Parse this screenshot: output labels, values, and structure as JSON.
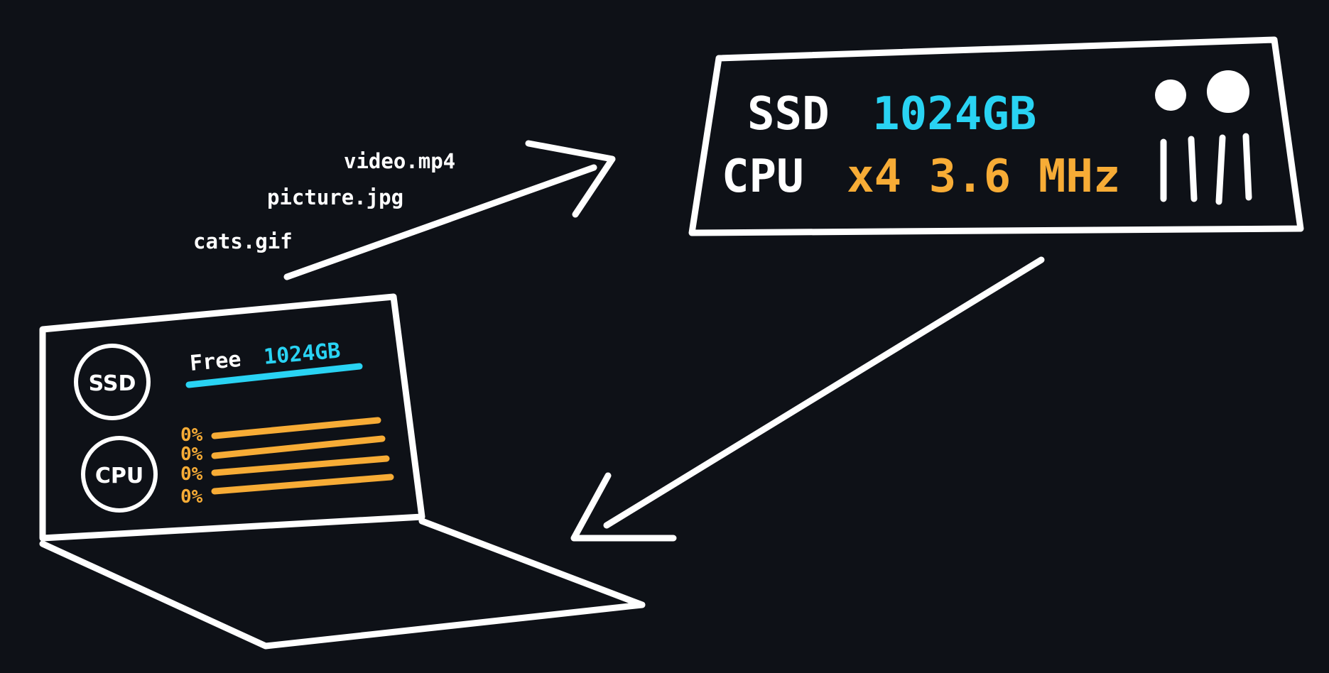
{
  "colors": {
    "background": "#0e1117",
    "line": "#ffffff",
    "storage_accent": "#29d3f3",
    "cpu_accent": "#f7ac36"
  },
  "files": [
    "video.mp4",
    "picture.jpg",
    "cats.gif"
  ],
  "server": {
    "ssd_label": "SSD",
    "ssd_value": "1024GB",
    "cpu_label": "CPU",
    "cpu_value": "x4 3.6 MHz",
    "icons": [
      "indicator-dots-icon",
      "vent-lines-icon"
    ]
  },
  "laptop": {
    "ssd_badge": "SSD",
    "cpu_badge": "CPU",
    "free_label": "Free",
    "free_value": "1024GB",
    "cpu_cores": [
      "0%",
      "0%",
      "0%",
      "0%"
    ]
  }
}
